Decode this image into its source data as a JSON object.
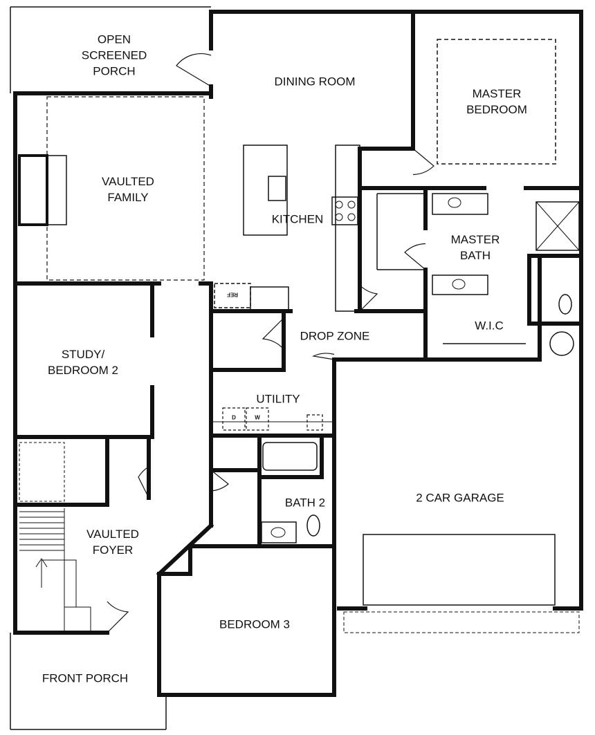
{
  "rooms": [
    {
      "name": "open-screened-porch",
      "label": "OPEN\nSCREENED\nPORCH"
    },
    {
      "name": "dining-room",
      "label": "DINING ROOM"
    },
    {
      "name": "master-bedroom",
      "label": "MASTER\nBEDROOM"
    },
    {
      "name": "vaulted-family",
      "label": "VAULTED\nFAMILY"
    },
    {
      "name": "kitchen",
      "label": "KITCHEN"
    },
    {
      "name": "master-bath",
      "label": "MASTER\nBATH"
    },
    {
      "name": "wic",
      "label": "W.I.C"
    },
    {
      "name": "drop-zone",
      "label": "DROP ZONE"
    },
    {
      "name": "study-bedroom-2",
      "label": "STUDY/\nBEDROOM 2"
    },
    {
      "name": "utility",
      "label": "UTILITY"
    },
    {
      "name": "bath-2",
      "label": "BATH 2"
    },
    {
      "name": "two-car-garage",
      "label": "2 CAR GARAGE"
    },
    {
      "name": "vaulted-foyer",
      "label": "VAULTED\nFOYER"
    },
    {
      "name": "bedroom-3",
      "label": "BEDROOM 3"
    },
    {
      "name": "front-porch",
      "label": "FRONT PORCH"
    }
  ],
  "fixtures": {
    "ref": "REF",
    "dryer": "D",
    "washer": "W"
  },
  "colors": {
    "wall": "#111111",
    "background": "#ffffff"
  }
}
